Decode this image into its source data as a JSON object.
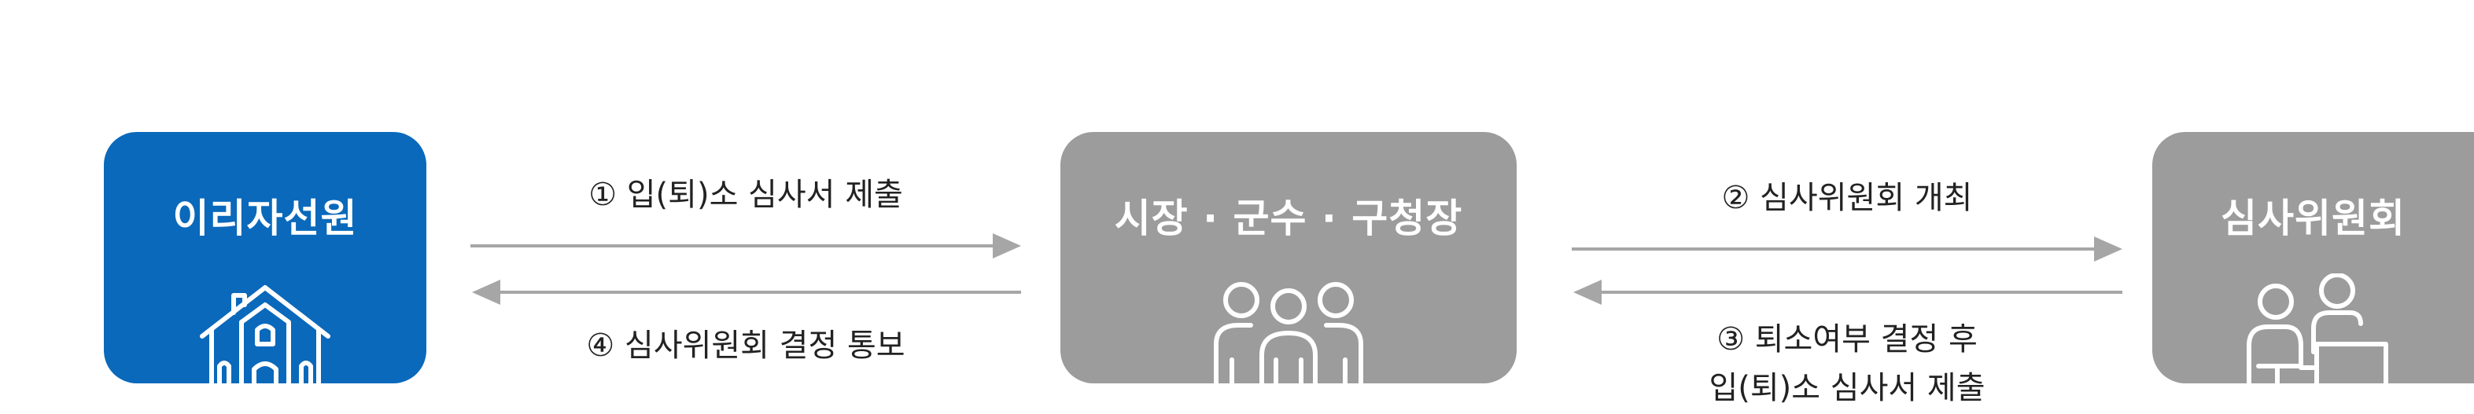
{
  "nodes": {
    "applicant": {
      "title": "이리자선원",
      "icon": "building-icon",
      "color": "#0a69bb"
    },
    "official": {
      "title": "시장 · 군수 · 구청장",
      "icon": "people-icon",
      "color": "#9c9c9c"
    },
    "committee": {
      "title": "심사위원회",
      "icon": "meeting-icon",
      "color": "#9c9c9c"
    }
  },
  "steps": {
    "step1": "① 입(퇴)소 심사서 제출",
    "step2": "② 심사위원회 개최",
    "step3_line1": "③ 퇴소여부 결정 후",
    "step3_line2": "입(퇴)소 심사서 제출",
    "step4": "④ 심사위원회 결정 통보"
  },
  "colors": {
    "arrow": "#a6a6a6",
    "text": "#222222"
  }
}
